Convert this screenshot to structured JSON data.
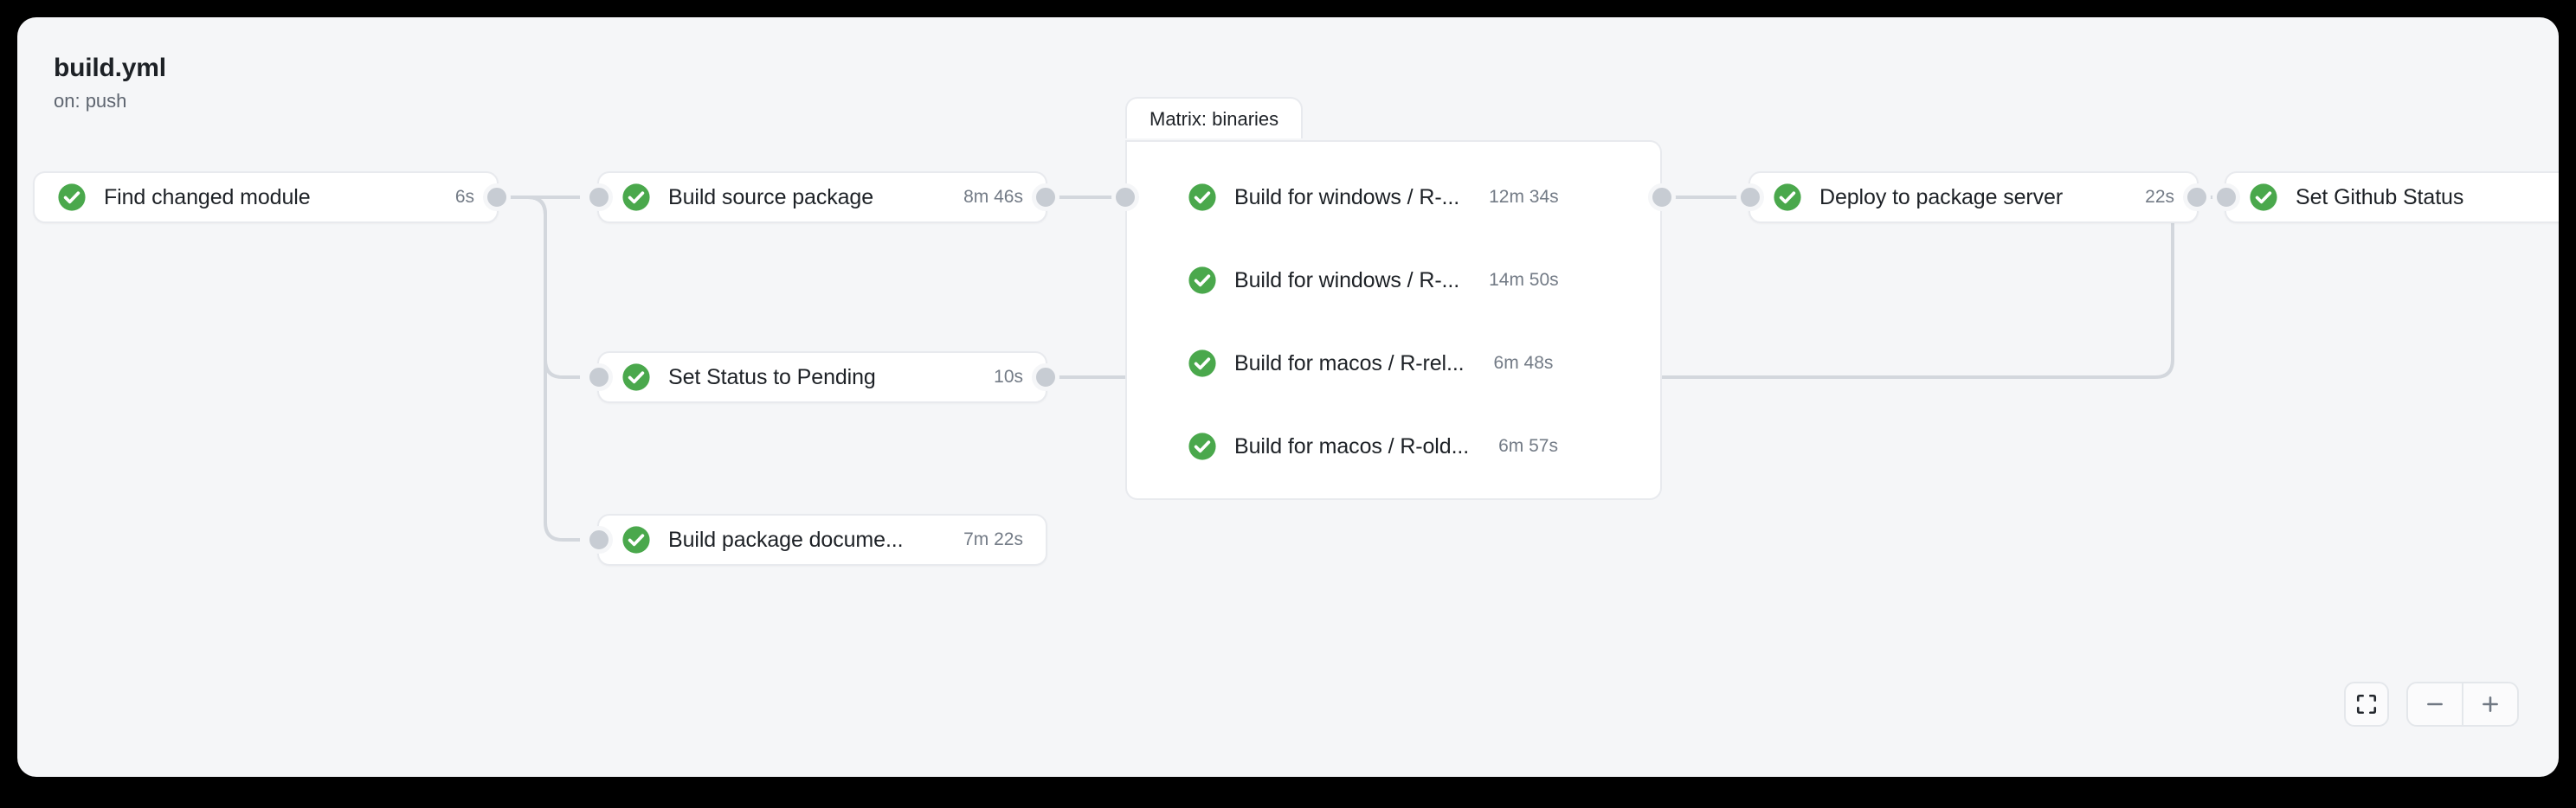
{
  "header": {
    "title": "build.yml",
    "trigger": "on: push"
  },
  "colors": {
    "canvas_background": "#f5f6f8",
    "node_background": "#ffffff",
    "node_border": "#e8eaee",
    "edge": "#d3d7dd",
    "handle": "#c7ccd3",
    "success_green": "#4aa84c",
    "label_text": "#1d2126",
    "duration_text": "#737b86"
  },
  "nodes": [
    {
      "id": "find-changed-module",
      "label": "Find changed module",
      "duration": "6s",
      "status": "success",
      "status_icon": "check-circle-icon"
    },
    {
      "id": "build-source-package",
      "label": "Build source package",
      "duration": "8m 46s",
      "status": "success",
      "status_icon": "check-circle-icon"
    },
    {
      "id": "set-status-pending",
      "label": "Set Status to Pending",
      "duration": "10s",
      "status": "success",
      "status_icon": "check-circle-icon"
    },
    {
      "id": "build-package-docs",
      "label": "Build package docume...",
      "duration": "7m 22s",
      "status": "success",
      "status_icon": "check-circle-icon"
    },
    {
      "id": "deploy-package-server",
      "label": "Deploy to package server",
      "duration": "22s",
      "status": "success",
      "status_icon": "check-circle-icon"
    },
    {
      "id": "set-github-status",
      "label": "Set Github Status",
      "duration": "",
      "status": "success",
      "status_icon": "check-circle-icon"
    }
  ],
  "matrix_group": {
    "tab_label": "Matrix: binaries",
    "jobs": [
      {
        "label": "Build for windows / R-...",
        "duration": "12m 34s",
        "status": "success",
        "status_icon": "check-circle-icon"
      },
      {
        "label": "Build for windows / R-...",
        "duration": "14m 50s",
        "status": "success",
        "status_icon": "check-circle-icon"
      },
      {
        "label": "Build for macos / R-rel...",
        "duration": "6m 48s",
        "status": "success",
        "status_icon": "check-circle-icon"
      },
      {
        "label": "Build for macos / R-old...",
        "duration": "6m 57s",
        "status": "success",
        "status_icon": "check-circle-icon"
      }
    ]
  },
  "viewport_controls": {
    "fit_view_icon": "fit-screen-icon",
    "zoom_out_icon": "minus-icon",
    "zoom_in_icon": "plus-icon"
  }
}
